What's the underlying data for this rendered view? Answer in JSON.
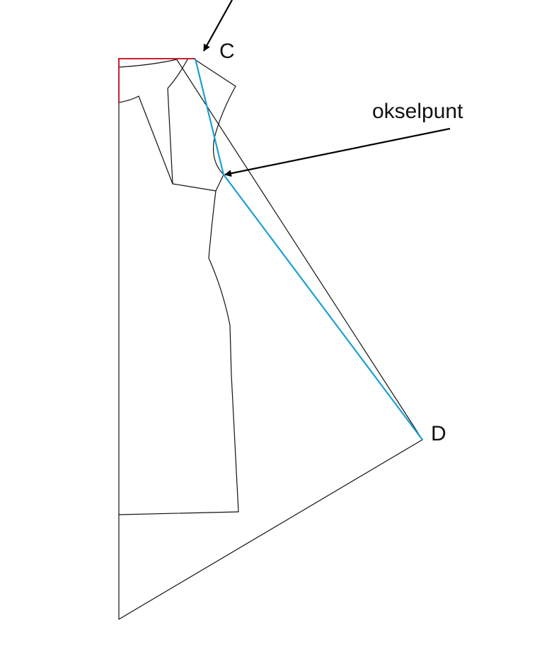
{
  "labels": {
    "point_c": "C",
    "point_d": "D",
    "shoulder_point": "okselpunt"
  },
  "colors": {
    "outline": "#111111",
    "construction_blue": "#1a9fd6",
    "construction_red": "#cc1f2b",
    "arrow": "#000000"
  }
}
